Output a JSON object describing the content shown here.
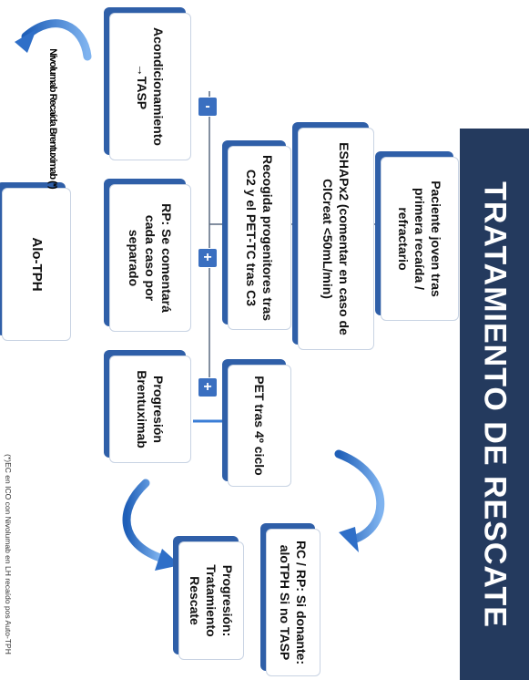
{
  "title": "TRATAMIENTO DE RESCATE",
  "nodes": {
    "paciente": "Paciente joven tras primera recaída / refractario",
    "eshap": "ESHAPx2 (comentar en caso de ClCreat <50mL/min)",
    "recogida": "Recogida progenitores tras C2 y el PET-TC tras C3",
    "acondicionamiento": "Acondicionamiento →TASP",
    "rp_separado": "RP: Se comentará cada caso por separado",
    "progresion_brentuximab": "Progresión Brentuximab",
    "pet4": "PET tras 4º ciclo",
    "rc_rp": "RC / RP: Si donante: aloTPH Si no TASP",
    "progresion_rescate": "Progresión: Tratamiento Rescate",
    "alo_tph": "Alo-TPH"
  },
  "branch_signs": {
    "minus": "-",
    "plus_rp": "+",
    "plus_progression": "+"
  },
  "legend": "Nivolumab Recaída Brentuximab (*)",
  "footnote": "(*)EC en ICO con Nivolumab en LH recaído pos Auto-TPH",
  "colors": {
    "title_band": "#243a5e",
    "node_accent": "#2f5fa8",
    "arrow": "#3a7dd6",
    "connector": "#5a6a80"
  }
}
